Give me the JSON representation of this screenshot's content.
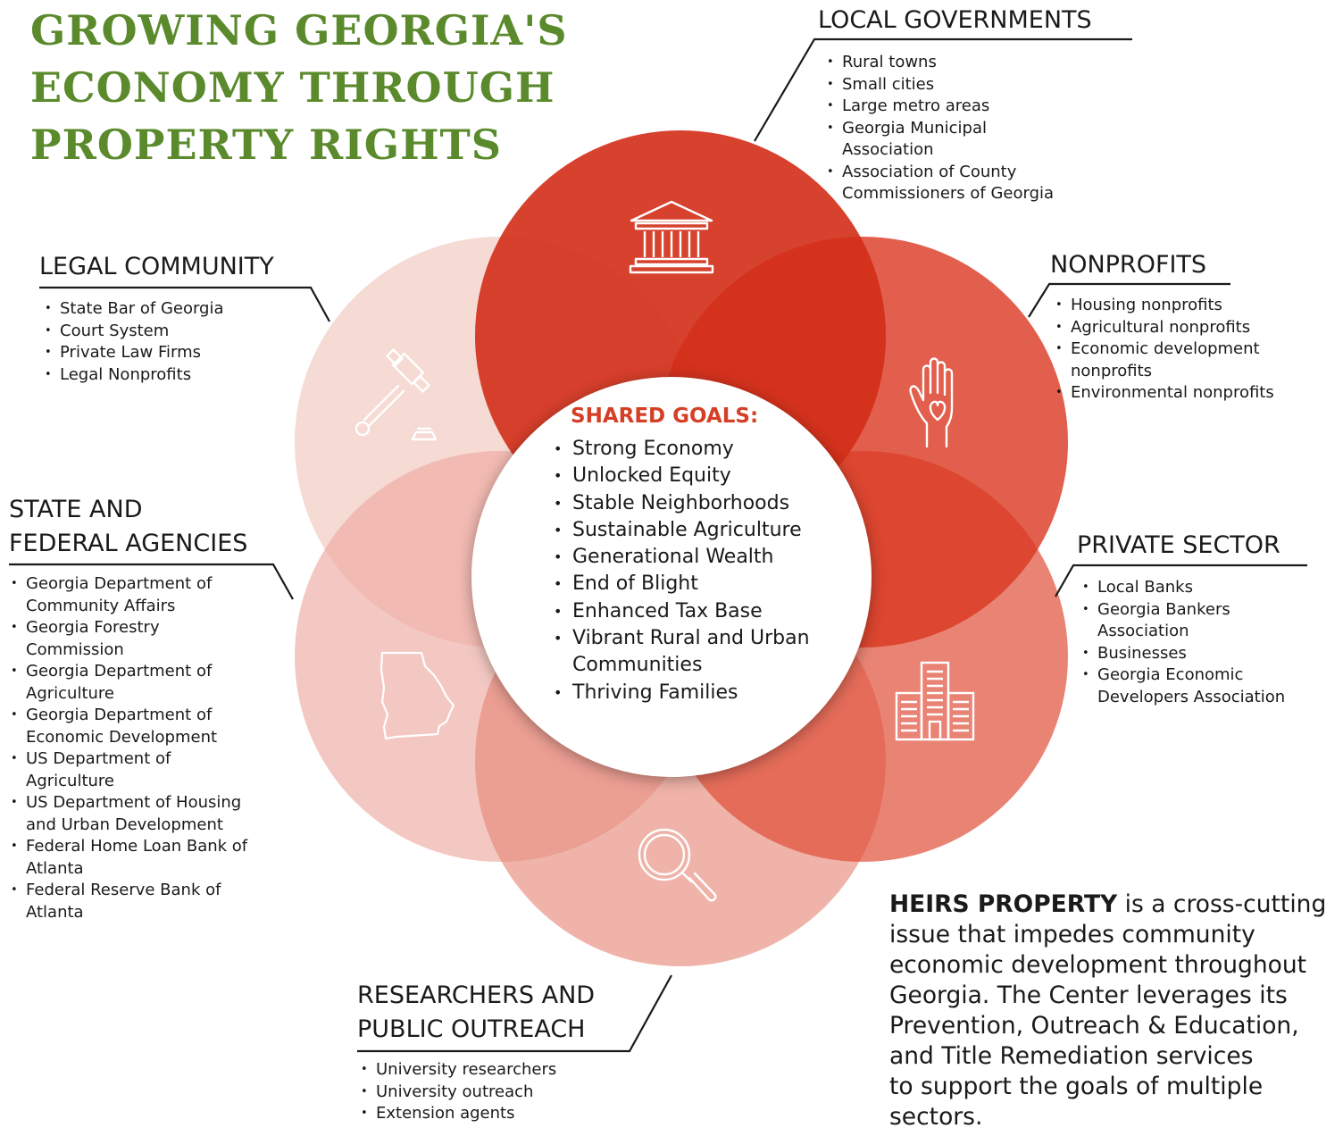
{
  "title": {
    "lines": [
      "GROWING GEORGIA'S",
      "ECONOMY THROUGH",
      "PROPERTY RIGHTS"
    ]
  },
  "colors": {
    "title_green": "#5a8a2c",
    "goals_heading_red": "#d43f25",
    "petal_top": "#d8341e",
    "petal_upper_right": "#de4f3b",
    "petal_lower_right": "#e46b5b",
    "petal_bottom": "#e89b8e",
    "petal_lower_left": "#f2cfc8",
    "petal_upper_left": "#f5d9d4"
  },
  "sections": {
    "local_governments": {
      "title": "LOCAL GOVERNMENTS",
      "icon": "courthouse-icon",
      "items": [
        "Rural towns",
        "Small cities",
        "Large metro areas",
        "Georgia Municipal\nAssociation",
        "Association of County\nCommissioners of Georgia"
      ]
    },
    "nonprofits": {
      "title": "NONPROFITS",
      "icon": "hand-heart-icon",
      "items": [
        "Housing nonprofits",
        "Agricultural nonprofits",
        "Economic development\nnonprofits",
        "Environmental nonprofits"
      ]
    },
    "private_sector": {
      "title": "PRIVATE SECTOR",
      "icon": "office-buildings-icon",
      "items": [
        "Local Banks",
        "Georgia Bankers\nAssociation",
        "Businesses",
        "Georgia Economic\nDevelopers Association"
      ]
    },
    "researchers": {
      "title_lines": [
        "RESEARCHERS AND",
        "PUBLIC OUTREACH"
      ],
      "icon": "magnifying-glass-icon",
      "items": [
        "University researchers",
        "University outreach",
        "Extension agents"
      ]
    },
    "state_federal": {
      "title_lines": [
        "STATE AND",
        "FEDERAL AGENCIES"
      ],
      "icon": "georgia-map-icon",
      "items": [
        "Georgia Department of\nCommunity Affairs",
        "Georgia Forestry\nCommission",
        "Georgia Department of\nAgriculture",
        "Georgia Department of\nEconomic Development",
        "US Department of\nAgriculture",
        "US Department of Housing\nand Urban Development",
        "Federal Home Loan Bank of\nAtlanta",
        "Federal Reserve Bank of\nAtlanta"
      ]
    },
    "legal": {
      "title": "LEGAL COMMUNITY",
      "icon": "gavel-icon",
      "items": [
        "State Bar of Georgia",
        "Court System",
        "Private Law Firms",
        "Legal Nonprofits"
      ]
    }
  },
  "shared_goals": {
    "title": "SHARED GOALS:",
    "items": [
      "Strong Economy",
      "Unlocked Equity",
      "Stable Neighborhoods",
      "Sustainable Agriculture",
      "Generational Wealth",
      "End of Blight",
      "Enhanced Tax Base",
      "Vibrant Rural and Urban\nCommunities",
      "Thriving Families"
    ]
  },
  "heirs": {
    "heading": "HEIRS PROPERTY",
    "lines": [
      " is a cross-cutting",
      "issue that impedes community",
      "economic development throughout",
      "Georgia. The Center leverages its",
      "Prevention, Outreach & Education,",
      "and Title Remediation services",
      "to support the goals of multiple",
      "sectors."
    ]
  }
}
